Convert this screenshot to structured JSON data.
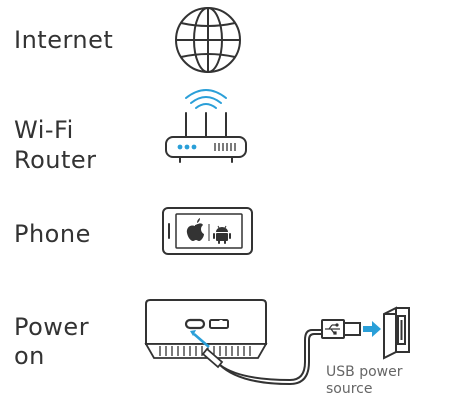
{
  "rows": [
    {
      "label_lines": [
        "Internet"
      ],
      "icon": "globe-icon"
    },
    {
      "label_lines": [
        "Wi-Fi",
        "Router"
      ],
      "icon": "wifi-router-icon"
    },
    {
      "label_lines": [
        "Phone"
      ],
      "icon": "phone-apple-android-icon"
    },
    {
      "label_lines": [
        "Power",
        "on"
      ],
      "icon": "hub-device-usb-icon"
    }
  ],
  "usb_caption_lines": [
    "USB power",
    "source"
  ],
  "colors": {
    "text": "#333333",
    "stroke": "#333333",
    "accent_blue": "#2a9fd8"
  }
}
